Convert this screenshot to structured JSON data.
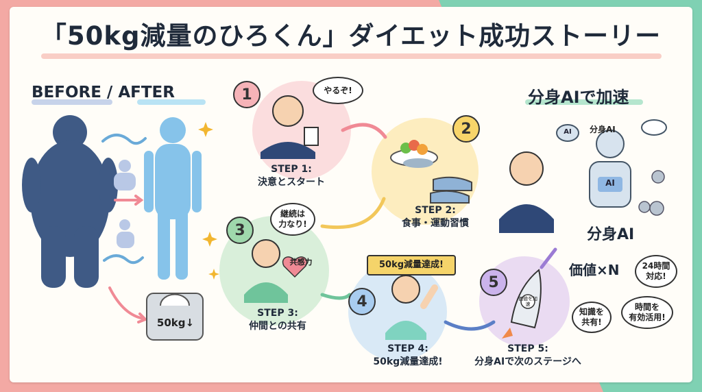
{
  "title": "「50kg減量のひろくん」ダイエット成功ストーリー",
  "before_after": {
    "label": "BEFORE / AFTER",
    "scale_text": "50kg↓"
  },
  "steps": [
    {
      "number": "1",
      "caption_line1": "STEP 1:",
      "caption_line2": "決意とスタート",
      "bubble": "やるぞ!"
    },
    {
      "number": "2",
      "caption_line1": "STEP 2:",
      "caption_line2": "食事・運動習慣"
    },
    {
      "number": "3",
      "caption_line1": "STEP 3:",
      "caption_line2": "仲間との共有",
      "bubble_line1": "継続は",
      "bubble_line2": "力なり!",
      "heart": "共感力"
    },
    {
      "number": "4",
      "caption_line1": "STEP 4:",
      "caption_line2": "50kg減量達成!",
      "banner": "50kg減量達成!"
    },
    {
      "number": "5",
      "caption_line1": "STEP 5:",
      "caption_line2": "分身AIで次のステージへ",
      "rocket_text": "価値を加速"
    }
  ],
  "ai_section": {
    "label": "分身AIで加速",
    "robot_label": "分身AI",
    "robot_chest": "AI",
    "brain_text": "AI",
    "name_big": "分身AI",
    "value": "価値×N",
    "bubble_24": [
      "24時間",
      "対応!"
    ],
    "bubble_knowledge": [
      "知識を",
      "共有!"
    ],
    "bubble_time": [
      "時間を",
      "有効活用!"
    ]
  },
  "colors": {
    "bg_left": "#f3a9a4",
    "bg_right": "#7fd1b3",
    "dark_figure": "#3f5a85",
    "light_figure": "#86c3ea",
    "pink": "#f08a95"
  }
}
